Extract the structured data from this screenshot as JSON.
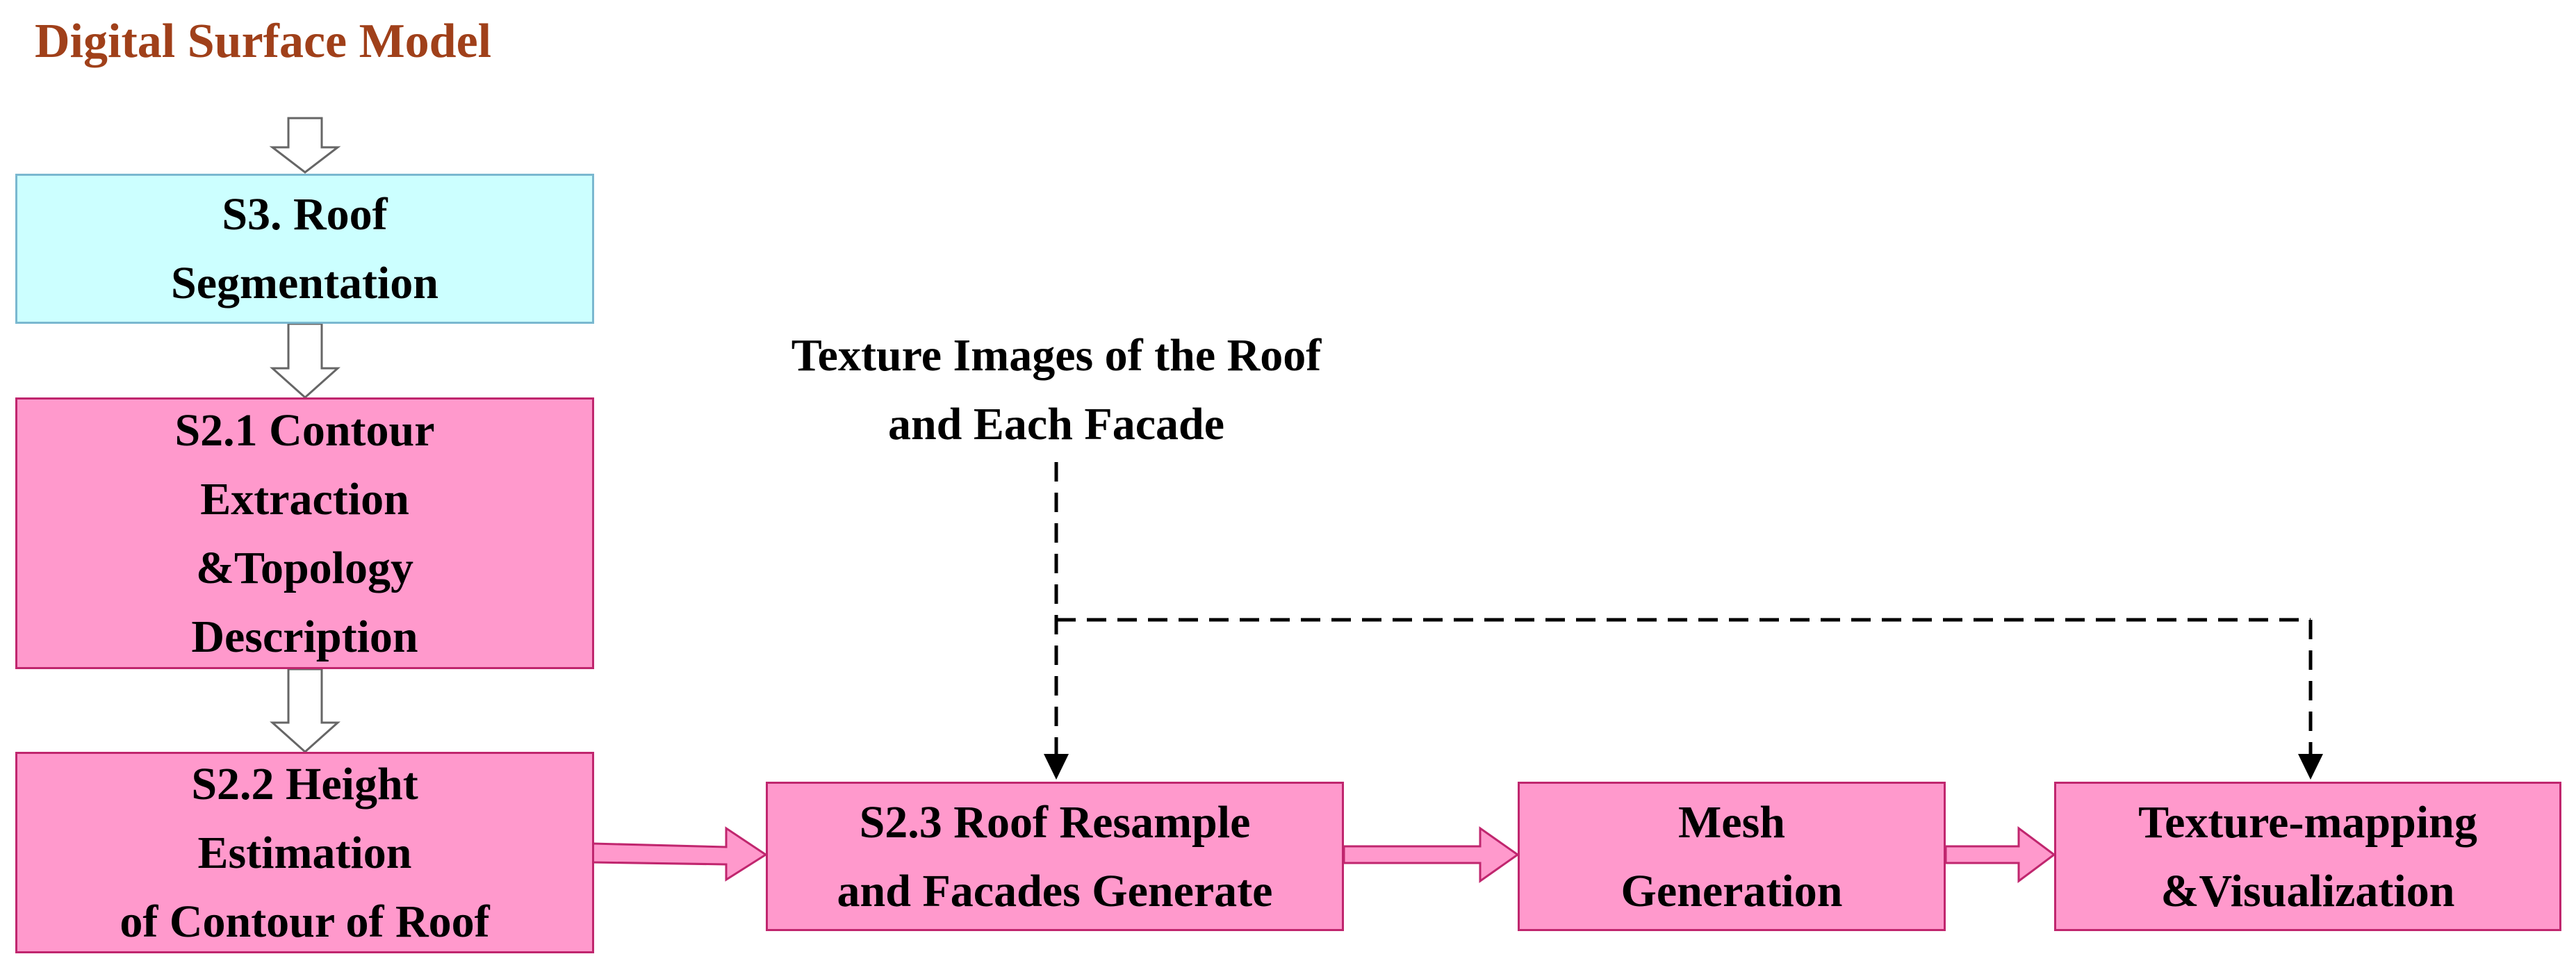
{
  "diagram": {
    "title": "Digital Surface Model",
    "colors": {
      "title": "#a0401a",
      "box_pink": "#ff99cc",
      "box_cyan": "#ccffff",
      "text": "#000000"
    },
    "boxes": {
      "s3": [
        "S3. Roof",
        "Segmentation"
      ],
      "s21": [
        "S2.1 Contour",
        "Extraction",
        "&Topology",
        "Description"
      ],
      "s22": [
        "S2.2 Height",
        "Estimation",
        "of Contour of Roof"
      ],
      "s23": [
        "S2.3 Roof Resample",
        "and Facades Generate"
      ],
      "mesh": [
        "Mesh",
        "Generation"
      ],
      "texture": [
        "Texture-mapping",
        "&Visualization"
      ]
    },
    "input_label": [
      "Texture Images of the Roof",
      "and Each Facade"
    ]
  }
}
